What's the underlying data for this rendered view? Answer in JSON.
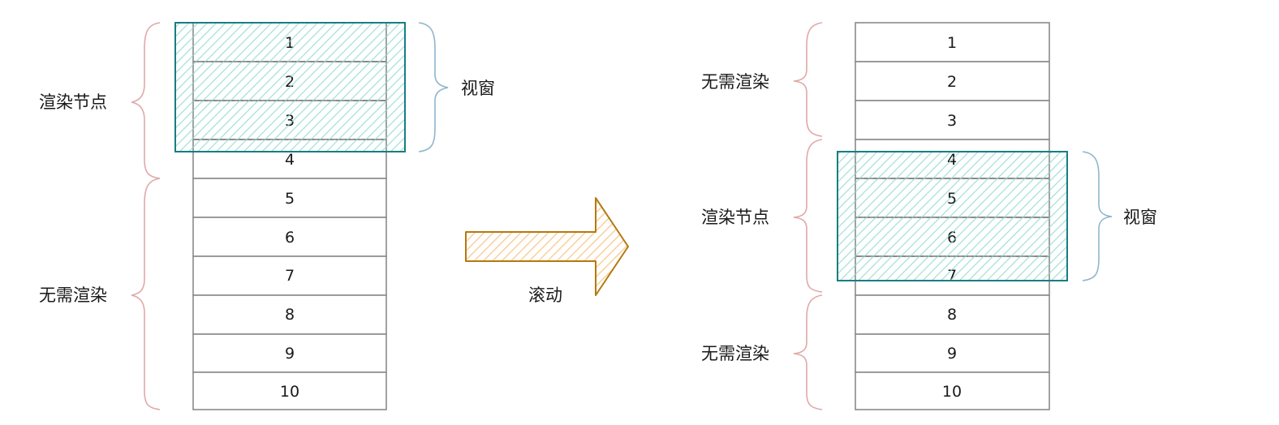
{
  "left_panel": {
    "cells": [
      "1",
      "2",
      "3",
      "4",
      "5",
      "6",
      "7",
      "8",
      "9",
      "10"
    ],
    "viewport_label": "视窗",
    "render_label": "渲染节点",
    "skip_label": "无需渲染"
  },
  "arrow": {
    "label": "滚动"
  },
  "right_panel": {
    "cells": [
      "1",
      "2",
      "3",
      "4",
      "5",
      "6",
      "7",
      "8",
      "9",
      "10"
    ],
    "skip_top_label": "无需渲染",
    "render_label": "渲染节点",
    "skip_bottom_label": "无需渲染",
    "viewport_label": "视窗"
  },
  "colors": {
    "viewport_stroke": "#177e82",
    "viewport_hatch": "#8fd9d3",
    "brace_render": "#e0a8a8",
    "brace_viewport": "#8fb6cc",
    "arrow_stroke": "#b5780f",
    "arrow_hatch": "#f9c98d"
  }
}
